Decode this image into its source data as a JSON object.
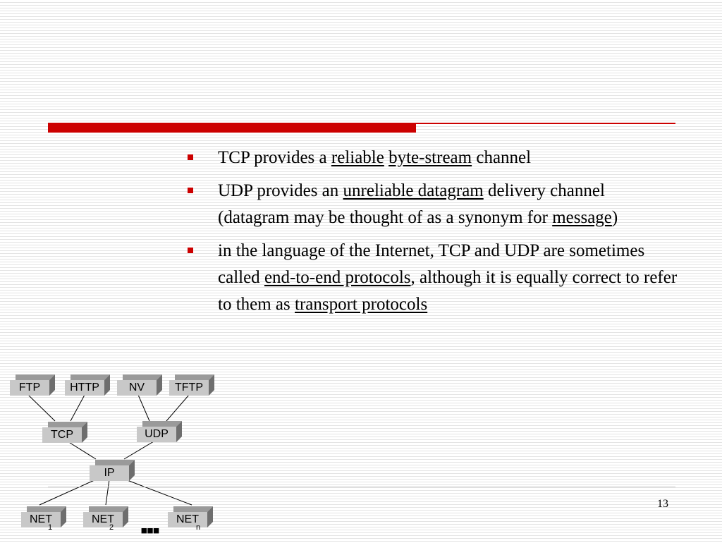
{
  "slide": {
    "number": "13",
    "accent_color": "#cc0000"
  },
  "bullets": [
    {
      "segments": [
        {
          "text": "TCP provides a ",
          "underline": false
        },
        {
          "text": "reliable",
          "underline": true
        },
        {
          "text": " ",
          "underline": false
        },
        {
          "text": "byte-stream",
          "underline": true
        },
        {
          "text": " channel",
          "underline": false
        }
      ]
    },
    {
      "segments": [
        {
          "text": "UDP provides an ",
          "underline": false
        },
        {
          "text": "unreliable datagram",
          "underline": true
        },
        {
          "text": " delivery channel (datagram may be thought of as a synonym for ",
          "underline": false
        },
        {
          "text": "message",
          "underline": true
        },
        {
          "text": ")",
          "underline": false
        }
      ]
    },
    {
      "segments": [
        {
          "text": "in the language of the Internet, TCP and UDP are sometimes called ",
          "underline": false
        },
        {
          "text": "end-to-end protocols",
          "underline": true
        },
        {
          "text": ", although it is equally correct to refer to them as ",
          "underline": false
        },
        {
          "text": "transport protocols",
          "underline": true
        }
      ]
    }
  ],
  "diagram": {
    "apps": [
      "FTP",
      "HTTP",
      "NV",
      "TFTP"
    ],
    "transport": [
      "TCP",
      "UDP"
    ],
    "network": "IP",
    "nets": [
      {
        "label": "NET",
        "sub": "1"
      },
      {
        "label": "NET",
        "sub": "2"
      },
      {
        "label": "NET",
        "sub": "n"
      }
    ],
    "ellipsis": "▪▪▪"
  }
}
